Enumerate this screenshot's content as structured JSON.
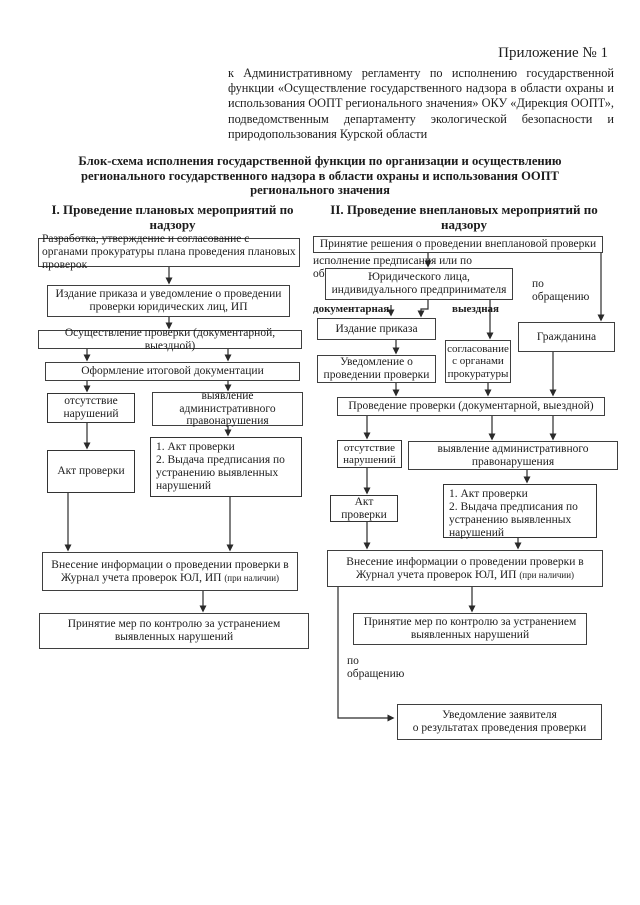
{
  "page": {
    "appendix": "Приложение № 1",
    "regulation": "к Административному регламенту по исполнению государственной функции «Осуществление государственного надзора в области охраны и использования ООПТ регионального значения» ОКУ «Дирекция ООПТ», подведомственным департаменту экологической безопасности и природопользования Курской области",
    "title": "Блок-схема исполнения государственной функции по организации и осуществлению регионального государственного надзора в области охраны и использования ООПТ регионального значения"
  },
  "left": {
    "header": "I. Проведение плановых мероприятий по надзору",
    "plan_development": "Разработка, утверждение и согласование с органами прокуратуры плана проведения плановых проверок",
    "order_notice": "Издание приказа и уведомление о проведении проверки юридических лиц, ИП",
    "inspection": "Осуществление проверки (документарной, выездной)",
    "final_docs": "Оформление итоговой документации",
    "no_violations": "отсутствие нарушений",
    "violation_found": "выявление административного правонарушения",
    "act": "Акт проверки",
    "act_prescription": "1. Акт проверки\n2. Выдача предписания по устранению выявленных нарушений",
    "journal_main": "Внесение информации о проведении проверки в Журнал учета проверок ЮЛ, ИП",
    "journal_note": "(при наличии)",
    "control_measures": "Принятие мер по контролю за устранением выявленных нарушений"
  },
  "right": {
    "header": "II. Проведение внеплановых мероприятий по надзору",
    "decision": "Принятие решения о проведении внеплановой проверки",
    "reason_label": "исполнение предписания или по обращению",
    "legal_entity": "Юридического лица, индивидуального предпринимателя",
    "by_appeal_label": "по обращению",
    "documentary_label": "документарная",
    "field_label": "выездная",
    "order": "Издание приказа",
    "citizen": "Гражданина",
    "notice": "Уведомление о проведении проверки",
    "prosecutor_approval": "согласование с органами прокуратуры",
    "inspection": "Проведение проверки (документарной, выездной)",
    "no_violations": "отсутствие нарушений",
    "violation_found": "выявление административного правонарушения",
    "act": "Акт проверки",
    "act_prescription": "1. Акт проверки\n2. Выдача предписания по устранению выявленных нарушений",
    "journal_main": "Внесение информации о проведении проверки в Журнал учета проверок ЮЛ, ИП",
    "journal_note": "(при наличии)",
    "control_measures": "Принятие мер по контролю за устранением выявленных нарушений",
    "by_appeal_label2": "по\nобращению",
    "applicant_notice": "Уведомление заявителя\nо результатах проведения проверки"
  }
}
